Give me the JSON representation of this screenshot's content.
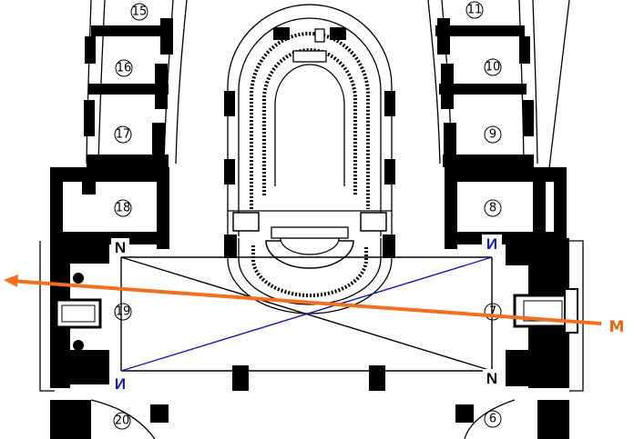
{
  "rooms": {
    "r6": "6",
    "r7": "7",
    "r8": "8",
    "r9": "9",
    "r10": "10",
    "r11": "11",
    "r15": "15",
    "r16": "16",
    "r17": "17",
    "r18": "18",
    "r19": "19",
    "r20": "20"
  },
  "markers": {
    "n_left": "N",
    "n_right": "N",
    "n_mirror_left": "И",
    "n_mirror_right": "И",
    "m": "M"
  },
  "colors": {
    "black_line": "#000000",
    "blue_line": "#1a1aa8",
    "orange_arrow": "#f07020",
    "mirror_label": "#1a1aa8",
    "m_label": "#e06a10"
  }
}
